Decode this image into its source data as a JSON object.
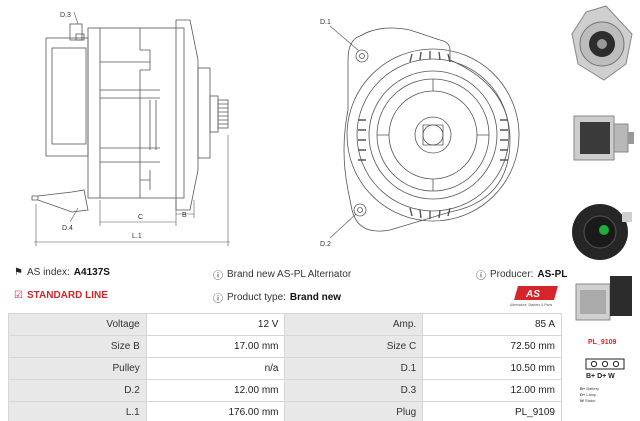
{
  "drawing": {
    "labels": {
      "d3": "D.3",
      "d4": "D.4",
      "c": "C",
      "b": "B",
      "l1": "L.1",
      "d1": "D.1",
      "d2": "D.2"
    }
  },
  "info": {
    "as_index_label": "AS index:",
    "as_index_value": "A4137S",
    "brand_label": "Brand new AS-PL Alternator",
    "producer_label": "Producer:",
    "producer_value": "AS-PL",
    "standard_line": "STANDARD LINE",
    "product_type_label": "Product type:",
    "product_type_value": "Brand new"
  },
  "logo": {
    "brand": "AS",
    "tagline": "Alternators, Starters & Parts"
  },
  "specs": [
    {
      "k1": "Voltage",
      "v1": "12 V",
      "k2": "Amp.",
      "v2": "85 A"
    },
    {
      "k1": "Size B",
      "v1": "17.00 mm",
      "k2": "Size C",
      "v2": "72.50 mm"
    },
    {
      "k1": "Pulley",
      "v1": "n/a",
      "k2": "D.1",
      "v2": "10.50 mm"
    },
    {
      "k1": "D.2",
      "v1": "12.00 mm",
      "k2": "D.3",
      "v2": "12.00 mm"
    },
    {
      "k1": "L.1",
      "v1": "176.00 mm",
      "k2": "Plug",
      "v2": "PL_9109"
    }
  ],
  "plug": {
    "code": "PL_9109",
    "terminals": "B+  D+  W",
    "legend": [
      {
        "term": "B+",
        "desc": "Battery"
      },
      {
        "term": "D+",
        "desc": "Lamp"
      },
      {
        "term": "W",
        "desc": "Stator"
      }
    ]
  },
  "colors": {
    "accent": "#d6242b",
    "table_key_bg": "#e8e8e8",
    "line": "#555555"
  },
  "icons": {
    "tag": "tag-icon",
    "info": "info-icon",
    "check": "checkbox-icon"
  }
}
